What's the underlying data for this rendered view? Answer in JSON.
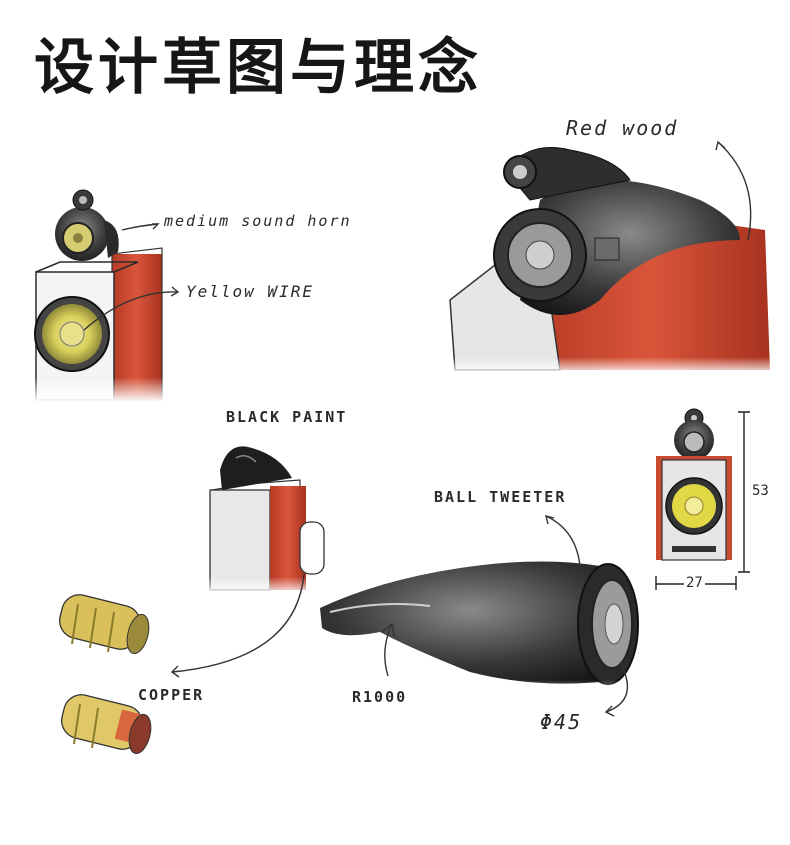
{
  "page": {
    "title": "设计草图与理念"
  },
  "annotations": {
    "medium_sound_horn": "medium sound horn",
    "yellow_wire": "Yellow WIRE",
    "red_wood": "Red wood",
    "black_paint": "BLACK PAINT",
    "ball_tweeter": "BALL TWEETER",
    "copper": "COPPER",
    "radius": "R1000",
    "diameter": "Φ45",
    "height_dim": "53",
    "width_dim": "27"
  },
  "colors": {
    "red_wood": "#c2452b",
    "yellow_driver": "#d9cf5a",
    "copper": "#d8c060",
    "ink": "#222222"
  }
}
